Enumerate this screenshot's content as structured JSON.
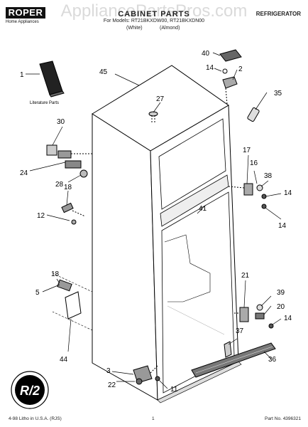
{
  "header": {
    "brand": "ROPER",
    "brand_sub": "Home Appliances",
    "watermark": "AppliancePartsPros.com",
    "title": "CABINET PARTS",
    "model_line": "For Models: RT21BKXDW00, RT21BKXDN00",
    "variant_white": "(White)",
    "variant_almond": "(Almond)",
    "product": "REFRIGERATOR"
  },
  "literature_label": "Literature Parts",
  "badge_text": "R/2",
  "callouts": [
    "1",
    "2",
    "3",
    "5",
    "11",
    "12",
    "14",
    "14",
    "14",
    "14",
    "14",
    "16",
    "17",
    "18",
    "18",
    "20",
    "21",
    "22",
    "24",
    "27",
    "28",
    "30",
    "35",
    "36",
    "37",
    "38",
    "39",
    "40",
    "41",
    "44",
    "45"
  ],
  "footer": {
    "left": "4-98 Litho in U.S.A. (RJS)",
    "center": "1",
    "right": "Part No. 4396321"
  }
}
